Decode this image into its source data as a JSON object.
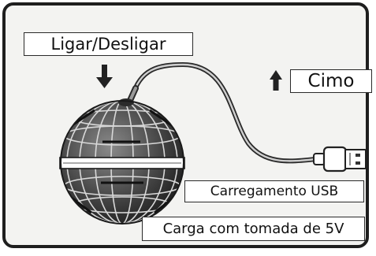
{
  "labels": {
    "power": "Ligar/Desligar",
    "up": "Cimo",
    "usb": "Carregamento USB",
    "charge": "Carga com tomada de 5V"
  },
  "icons": {
    "power_arrow": "down-arrow-icon",
    "up_arrow": "up-arrow-icon",
    "usb_plug": "usb-plug-icon",
    "ball": "spinner-ball-icon"
  },
  "colors": {
    "frame": "#1e1e1e",
    "background": "#f3f3f1",
    "ink": "#111111"
  }
}
